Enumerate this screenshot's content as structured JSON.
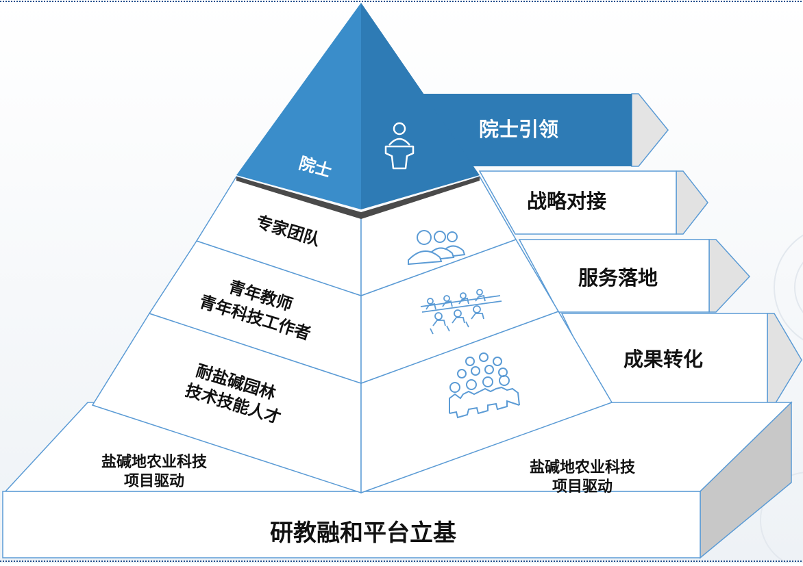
{
  "apex": {
    "label": "院士"
  },
  "tiers": [
    {
      "lines": [
        "专家团队"
      ]
    },
    {
      "lines": [
        "青年教师",
        "青年科技工作者"
      ]
    },
    {
      "lines": [
        "耐盐碱园林",
        "技术技能人才"
      ]
    }
  ],
  "base_top": {
    "left_lines": [
      "盐碱地农业科技",
      "项目驱动"
    ],
    "right_lines": [
      "盐碱地农业科技",
      "项目驱动"
    ]
  },
  "base_front": {
    "label": "研教融和平台立基"
  },
  "arrows": [
    {
      "label": "院士引领"
    },
    {
      "label": "战略对接"
    },
    {
      "label": "服务落地"
    },
    {
      "label": "成果转化"
    }
  ],
  "icons": [
    "lecturer-icon",
    "team-icon",
    "meeting-icon",
    "audience-icon"
  ],
  "colors": {
    "apex_left": "#3a8dca",
    "apex_right": "#2e7bb5",
    "outline": "#5b9bd5",
    "base_side": "#c8c8c8",
    "border_dots": "#1f4e8c"
  }
}
